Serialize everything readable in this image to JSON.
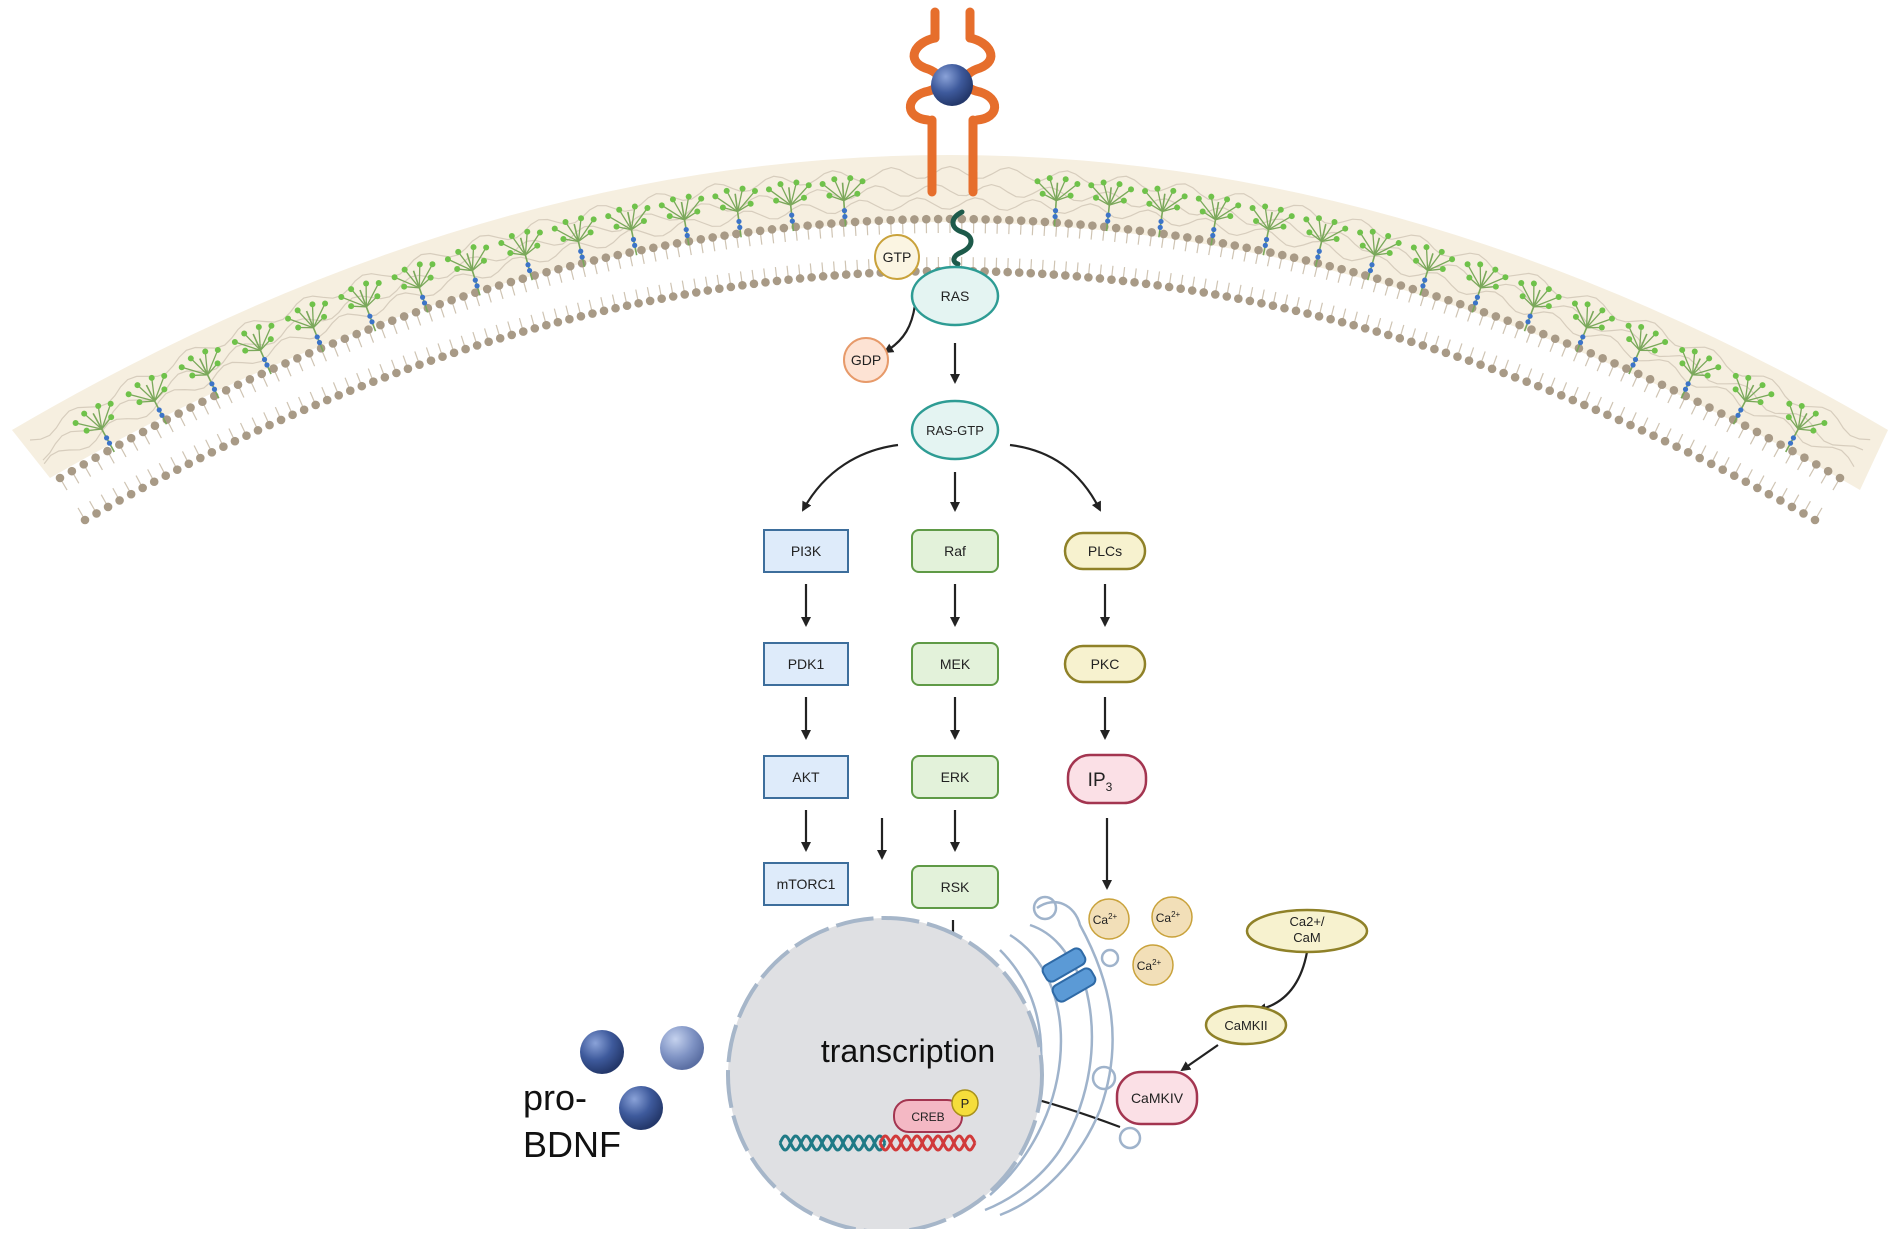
{
  "membrane": {
    "receptor": "receptor-icon",
    "ligand": "ligand-sphere-icon"
  },
  "nodes": {
    "gtp": "GTP",
    "gdp": "GDP",
    "ras": "RAS",
    "ras_gtp": "RAS-GTP",
    "pi3k": "PI3K",
    "pdk1": "PDK1",
    "akt": "AKT",
    "mtorc1": "mTORC1",
    "raf": "Raf",
    "mek": "MEK",
    "erk": "ERK",
    "rsk": "RSK",
    "plcs": "PLCs",
    "pkc": "PKC",
    "ip3": "IP",
    "ip3_sub": "3",
    "ca_base": "Ca",
    "ca_sup": "2+",
    "ca2_cam_line1": "Ca2+/",
    "ca2_cam_line2": "CaM",
    "camkii": "CaMKII",
    "camkiv": "CaMKIV",
    "creb": "CREB",
    "phospho": "P"
  },
  "nucleus": {
    "label": "transcription"
  },
  "probdnf": {
    "line1": "pro-",
    "line2": "BDNF"
  },
  "colors": {
    "blue_fill": "#deebfa",
    "blue_stroke": "#3d6e9c",
    "green_fill": "#e3f2da",
    "green_stroke": "#5f9a46",
    "yellow_fill": "#f7f2cf",
    "yellow_stroke": "#8f8128",
    "teal_fill": "#e4f4f2",
    "teal_stroke": "#2e9c94",
    "pink_fill": "#fbe0e6",
    "pink_stroke": "#a33550",
    "receptor": "#e66e2c",
    "ligand": "#3a5492",
    "membrane_head": "#a89a86"
  }
}
